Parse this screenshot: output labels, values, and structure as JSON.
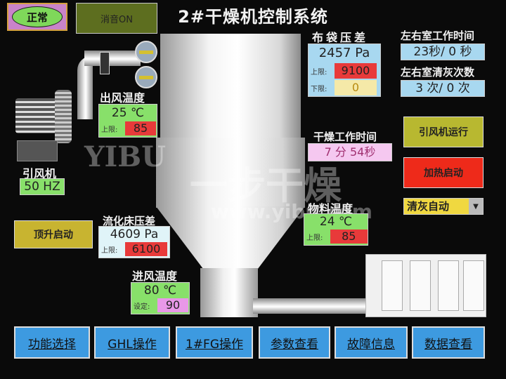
{
  "title": "2#干燥机控制系统",
  "status": {
    "label": "正常"
  },
  "mute_button": {
    "label": "消音ON"
  },
  "watermark": {
    "brand": "YIBU",
    "cn": "一步干燥",
    "url": "www.yibu.com"
  },
  "bag_pressure": {
    "label": "布袋压差",
    "value": "2457 Pa",
    "upper_label": "上限:",
    "upper": "9100",
    "lower_label": "下限:",
    "lower": "0"
  },
  "chamber_work_time": {
    "label": "左右室工作时间",
    "value": "23秒/ 0 秒"
  },
  "chamber_clean_count": {
    "label": "左右室清灰次数",
    "value": "3 次/ 0 次"
  },
  "outlet_temp": {
    "label": "出风温度",
    "value": "25 ℃",
    "upper_label": "上限:",
    "upper": "85"
  },
  "fan": {
    "label": "引风机",
    "value": "50 HZ"
  },
  "drying_time": {
    "label": "干燥工作时间",
    "value": "7 分 54秒"
  },
  "buttons": {
    "fan_run": "引风机运行",
    "heat_start": "加热启动",
    "lift_start": "顶升启动"
  },
  "clean_mode": {
    "selected": "清灰自动"
  },
  "material_temp": {
    "label": "物料温度",
    "value": "24 ℃",
    "upper_label": "上限:",
    "upper": "85"
  },
  "bed_pressure": {
    "label": "流化床压差",
    "value": "4609 Pa",
    "upper_label": "上限:",
    "upper": "6100"
  },
  "inlet_temp": {
    "label": "进风温度",
    "value": "80 ℃",
    "set_label": "设定:",
    "set": "90"
  },
  "nav": [
    {
      "label": "功能选择"
    },
    {
      "label": "GHL操作"
    },
    {
      "label": "1#FG操作"
    },
    {
      "label": "参数查看"
    },
    {
      "label": "故障信息"
    },
    {
      "label": "数据查看"
    }
  ],
  "colors": {
    "nav_blue": "#3d9ae0",
    "alarm_red": "#e83a3a",
    "ok_green": "#88e06a",
    "info_blue": "#a8d8f0"
  }
}
